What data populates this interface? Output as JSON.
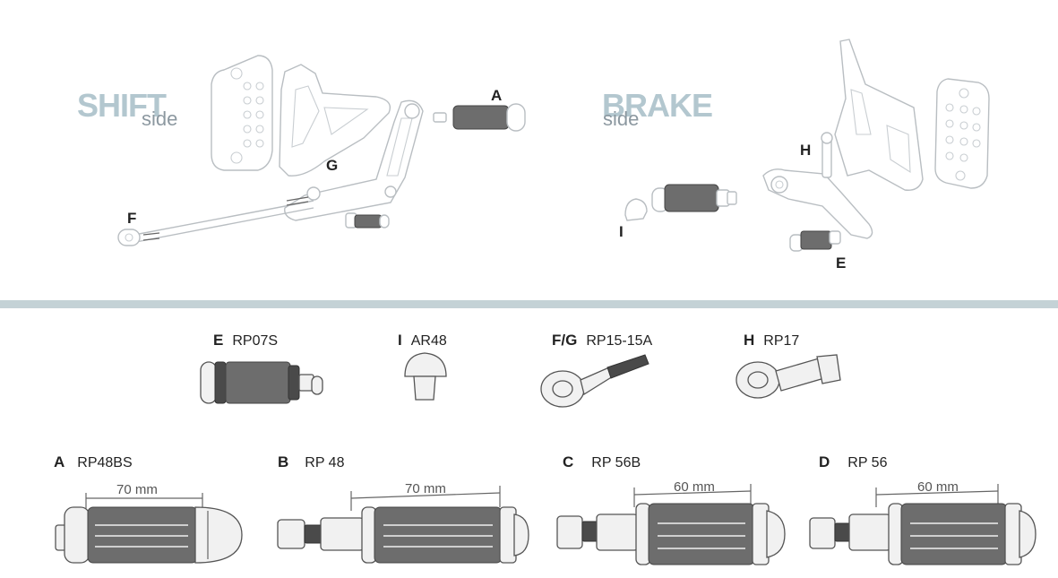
{
  "shift": {
    "title": "SHIFT",
    "sub": "side"
  },
  "brake": {
    "title": "BRAKE",
    "sub": "side"
  },
  "callouts": {
    "A": "A",
    "G": "G",
    "F": "F",
    "H": "H",
    "I": "I",
    "E": "E"
  },
  "parts": [
    {
      "letter": "E",
      "code": "RP07S"
    },
    {
      "letter": "I",
      "code": "AR48"
    },
    {
      "letter": "F/G",
      "code": "RP15-15A"
    },
    {
      "letter": "H",
      "code": "RP17"
    }
  ],
  "pegs": [
    {
      "letter": "A",
      "code": "RP48BS",
      "dimension": "70 mm"
    },
    {
      "letter": "B",
      "code": "RP 48",
      "dimension": "70 mm"
    },
    {
      "letter": "C",
      "code": "RP 56B",
      "dimension": "60 mm"
    },
    {
      "letter": "D",
      "code": "RP 56",
      "dimension": "60 mm"
    }
  ]
}
